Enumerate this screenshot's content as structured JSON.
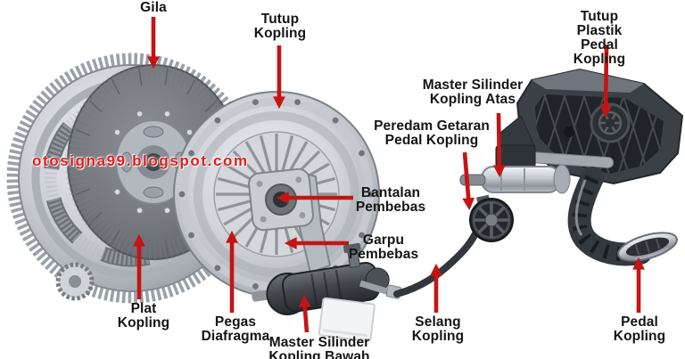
{
  "page": {
    "background": "#ffffff"
  },
  "style": {
    "arrow_color": "#c41414",
    "label_color": "#141414"
  },
  "watermark": {
    "text": "otosigna99.blogspot.com",
    "color": "#e01f1f"
  },
  "diagram": "clutch-system-exploded-view",
  "parts": [
    {
      "id": "gila",
      "label": "Gila"
    },
    {
      "id": "tutup-kopling",
      "label": "Tutup\nKopling"
    },
    {
      "id": "tutup-plastik-pedal-kopling",
      "label": "Tutup Plastik\nPedal Kopling"
    },
    {
      "id": "master-silinder-kopling-atas",
      "label": "Master Silinder\nKopling Atas"
    },
    {
      "id": "peredam-getaran-pedal-kopling",
      "label": "Peredam Getaran\nPedal Kopling"
    },
    {
      "id": "bantalan-pembebas",
      "label": "Bantalan\nPembebas"
    },
    {
      "id": "garpu-pembebas",
      "label": "Garpu\nPembebas"
    },
    {
      "id": "plat-kopling",
      "label": "Plat\nKopling"
    },
    {
      "id": "pegas-diafragma",
      "label": "Pegas\nDiafragma"
    },
    {
      "id": "master-silinder-kopling-bawah",
      "label": "Master Silinder\nKopling Bawah"
    },
    {
      "id": "selang-kopling",
      "label": "Selang\nKopling"
    },
    {
      "id": "pedal-kopling",
      "label": "Pedal\nKopling"
    }
  ]
}
